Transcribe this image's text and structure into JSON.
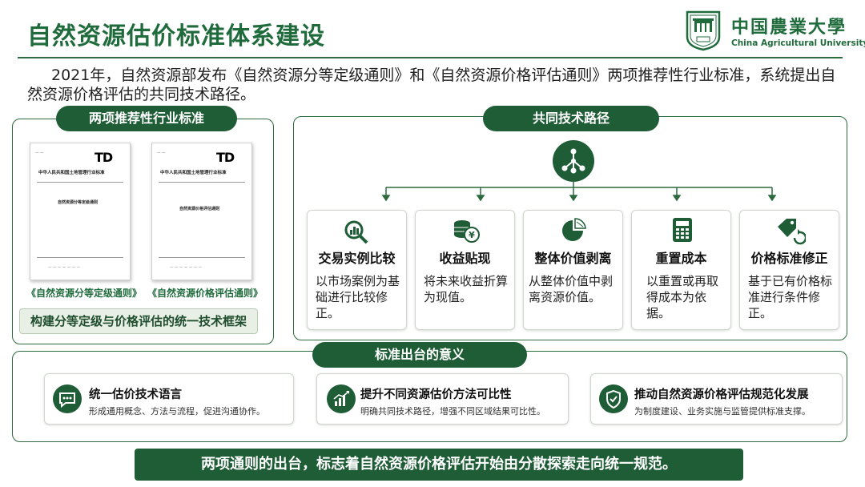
{
  "header": {
    "title": "自然资源估价标准体系建设",
    "logo_cn": "中国農業大學",
    "logo_en": "China Agricultural University"
  },
  "intro": "2021年，自然资源部发布《自然资源分等定级通则》和《自然资源价格评估通则》两项推荐性行业标准，系统提出自然资源价格评估的共同技术路径。",
  "left_panel": {
    "heading": "两项推荐性行业标准",
    "docs": [
      {
        "mark": "TD",
        "org": "中华人民共和国土地管理行业标准",
        "doc_title": "自然资源分等定级通则",
        "caption": "《自然资源分等定级通则》"
      },
      {
        "mark": "TD",
        "org": "中华人民共和国土地管理行业标准",
        "doc_title": "自然资源价格评估通则",
        "caption": "《自然资源价格评估通则》"
      }
    ],
    "framework": "构建分等定级与价格评估的统一技术框架"
  },
  "right_panel": {
    "heading": "共同技术路径",
    "methods": [
      {
        "title": "交易实例比较",
        "desc": "以市场案例为基础进行比较修正。",
        "icon": "magnifier-chart-icon"
      },
      {
        "title": "收益贴现",
        "desc": "将未来收益折算为现值。",
        "icon": "coins-yen-icon"
      },
      {
        "title": "整体价值剥离",
        "desc": "从整体价值中剥离资源价值。",
        "icon": "pie-chart-icon"
      },
      {
        "title": "重置成本",
        "desc": "以重置或再取得成本为依据。",
        "icon": "calculator-icon"
      },
      {
        "title": "价格标准修正",
        "desc": "基于已有价格标准进行条件修正。",
        "icon": "price-tag-refresh-icon"
      }
    ]
  },
  "significance": {
    "heading": "标准出台的意义",
    "items": [
      {
        "title": "统一估价技术语言",
        "desc": "形成通用概念、方法与流程，促进沟通协作。",
        "icon": "chat-bubble-icon"
      },
      {
        "title": "提升不同资源估价方法可比性",
        "desc": "明确共同技术路径，增强不同区域结果可比性。",
        "icon": "growth-chart-icon"
      },
      {
        "title": "推动自然资源价格评估规范化发展",
        "desc": "为制度建设、业务实施与监管提供标准支撑。",
        "icon": "shield-check-icon"
      }
    ]
  },
  "conclusion": "两项通则的出台，标志着自然资源价格评估开始由分散探索走向统一规范。",
  "colors": {
    "primary": "#1e5d36",
    "accent": "#2d6a3e"
  }
}
